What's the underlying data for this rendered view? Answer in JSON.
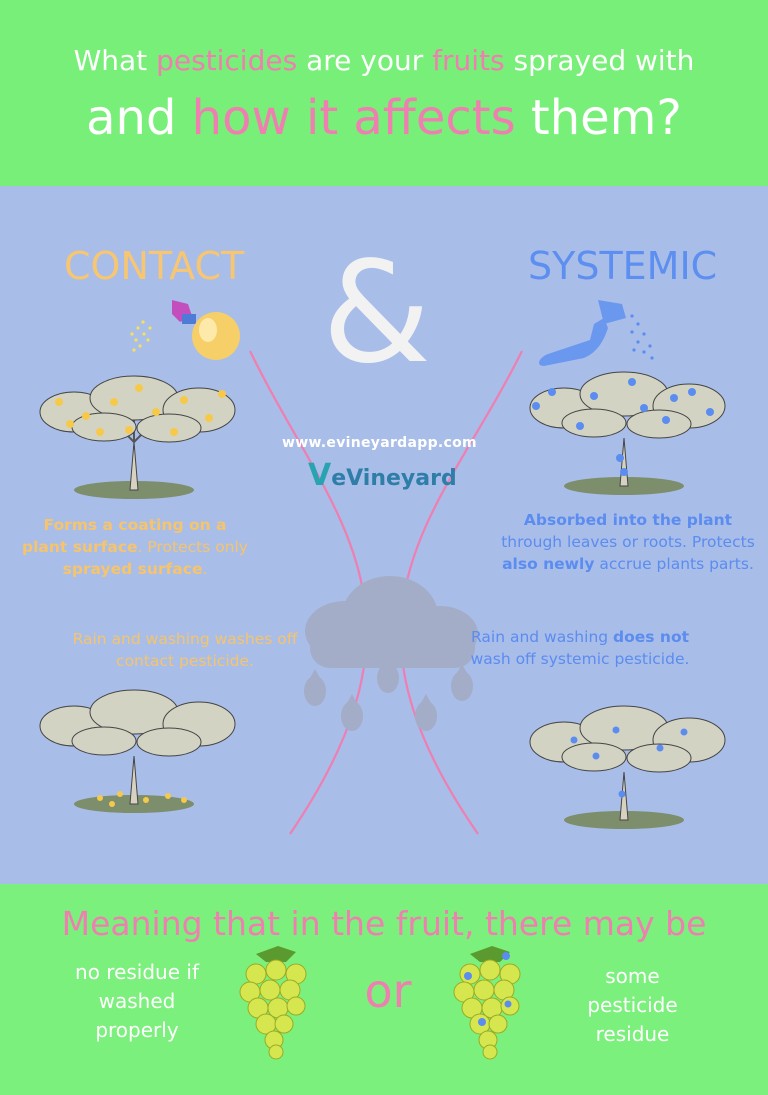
{
  "header": {
    "line1": [
      {
        "text": "What ",
        "accent": false
      },
      {
        "text": "pesticides",
        "accent": true
      },
      {
        "text": " are your ",
        "accent": false
      },
      {
        "text": "fruits",
        "accent": true
      },
      {
        "text": " sprayed with",
        "accent": false
      }
    ],
    "line2": [
      {
        "text": "and ",
        "accent": false
      },
      {
        "text": "how it affects",
        "accent": true
      },
      {
        "text": " them?",
        "accent": false
      }
    ]
  },
  "contact": {
    "title": "CONTACT",
    "desc": [
      {
        "text": "Forms a coating on a plant surface",
        "bold": true
      },
      {
        "text": ". Protects only ",
        "bold": false
      },
      {
        "text": "sprayed surface",
        "bold": true
      },
      {
        "text": ".",
        "bold": false
      }
    ],
    "rain_text": "Rain and washing washes off contact pesticide."
  },
  "systemic": {
    "title": "SYSTEMIC",
    "desc": [
      {
        "text": "Absorbed into the plant",
        "bold": true
      },
      {
        "text": " through leaves or roots. Protects ",
        "bold": false
      },
      {
        "text": "also newly",
        "bold": true
      },
      {
        "text": " accrue plants parts.",
        "bold": false
      }
    ],
    "rain_text": [
      {
        "text": "Rain and washing ",
        "bold": false
      },
      {
        "text": "does not",
        "bold": true
      },
      {
        "text": " wash off systemic pesticide.",
        "bold": false
      }
    ]
  },
  "center": {
    "ampersand": "&",
    "url": "www.evineyardapp.com",
    "logo_mark": "V",
    "logo_text": "eVineyard"
  },
  "footer": {
    "title": "Meaning that in the fruit, there may be",
    "left": "no residue if washed properly",
    "or": "or",
    "right": "some pesticide residue"
  },
  "icons": [
    "spray-bottle-icon",
    "spray-gun-icon",
    "tree-icon",
    "rain-cloud-icon",
    "grapes-icon"
  ],
  "colors": {
    "green": "#7cf07c",
    "blue_bg": "#a9bde9",
    "pink": "#ee7fb0",
    "contact_yellow": "#f5c46c",
    "systemic_blue": "#5b8cef"
  }
}
